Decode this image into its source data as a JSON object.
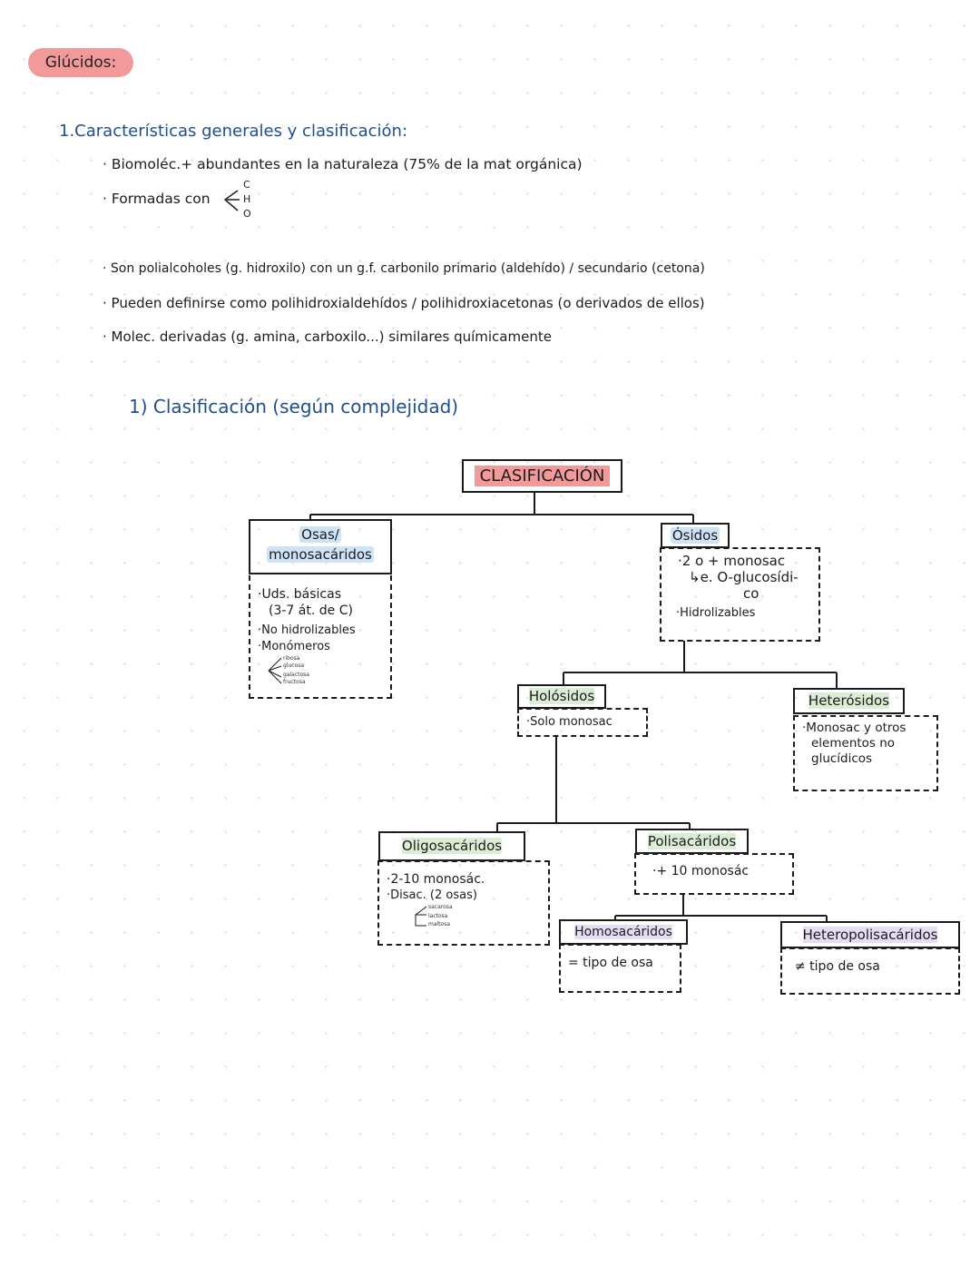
{
  "title": "Glúcidos:",
  "section1": {
    "heading": "1.Características generales y clasificación:",
    "bullets": [
      "Biomoléc.+ abundantes en la naturaleza (75% de la mat orgánica)",
      "Formadas con",
      "Son polialcoholes (g. hidroxilo) con un g.f. carbonilo primario (aldehído) / secundario (cetona)",
      "Pueden definirse como polihidroxialdehídos / polihidroxiacetonas (o derivados de ellos)",
      "Molec. derivadas (g. amina, carboxilo...) similares químicamente"
    ],
    "chem_letters": [
      "C",
      "H",
      "O"
    ]
  },
  "section2": {
    "heading": "1) Clasificación (según complejidad)"
  },
  "diagram": {
    "root": "CLASIFICACIÓN",
    "osas": {
      "title_line1": "Osas/",
      "title_line2": "monosacáridos",
      "items": [
        "·Uds. básicas",
        "(3-7 át. de C)",
        "·No hidrolizables",
        "·Monómeros"
      ],
      "examples": [
        "ribosa",
        "glucosa",
        "galactosa",
        "fructosa"
      ]
    },
    "osidos": {
      "title": "Ósidos",
      "items": [
        "·2 o + monosac",
        "↳e. O-glucosídi-",
        "co",
        "·Hidrolizables"
      ]
    },
    "holosidos": {
      "title": "Holósidos",
      "items": [
        "·Solo monosac"
      ]
    },
    "heterosidos": {
      "title": "Heterósidos",
      "items": [
        "·Monosac y otros",
        "elementos no",
        "glucídicos"
      ]
    },
    "oligosacaridos": {
      "title": "Oligosacáridos",
      "items": [
        "·2-10 monosác.",
        "·Disac. (2 osas)"
      ],
      "examples": [
        "sacarosa",
        "lactosa",
        "maltosa"
      ]
    },
    "polisacaridos": {
      "title": "Polisacáridos",
      "items": [
        "·+ 10 monosác"
      ]
    },
    "homopolisacaridos": {
      "title": "Homosacáridos",
      "items": [
        "= tipo de osa"
      ]
    },
    "heteropolisacaridos": {
      "title": "Heteropolisacáridos",
      "items": [
        "≠ tipo de osa"
      ]
    }
  },
  "colors": {
    "title_pill": "#f29a9a",
    "heading_blue": "#1f4f8f",
    "highlight_blue": "#cfe3f7",
    "highlight_green": "#dbeed5",
    "highlight_purple": "#e6dcf3",
    "root_fill": "#f29a9a"
  }
}
